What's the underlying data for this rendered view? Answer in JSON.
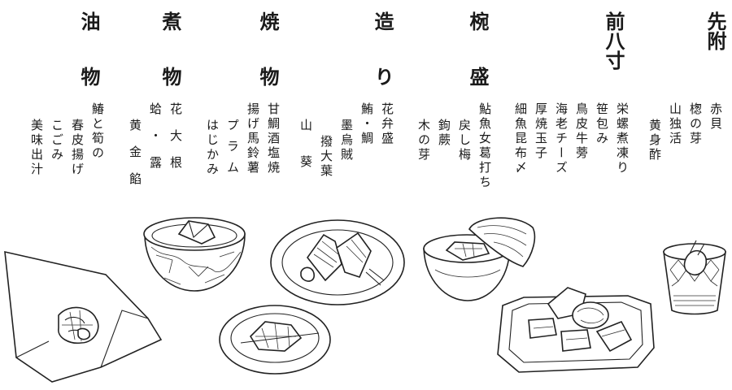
{
  "courses": [
    {
      "title": "先附",
      "items": [
        "赤貝",
        "楤の芽",
        "山独活",
        "黄身酢"
      ]
    },
    {
      "title": "前八寸",
      "items": [
        "栄螺煮凍り",
        "笹包み",
        "鳥皮牛蒡",
        "海老チーズ",
        "厚焼玉子",
        "細魚昆布〆"
      ]
    },
    {
      "title": "椀盛",
      "items": [
        "鮎魚女葛打ち",
        "戻し梅",
        "鉤蕨",
        "木の芽"
      ]
    },
    {
      "title": "造り",
      "items": [
        "花弁盛",
        "鮪・鯛",
        "墨烏賊",
        "撥大葉",
        "山葵"
      ]
    },
    {
      "title": "焼物",
      "items": [
        "甘鯛酒塩焼",
        "揚げ馬鈴薯",
        "プラム",
        "はじかみ"
      ]
    },
    {
      "title": "煮物",
      "items": [
        "花大根",
        "蛤・露",
        "黄金餡"
      ]
    },
    {
      "title": "油物",
      "items": [
        "鰆と筍の",
        "春皮揚げ",
        "こごみ",
        "美味出汁"
      ]
    }
  ]
}
